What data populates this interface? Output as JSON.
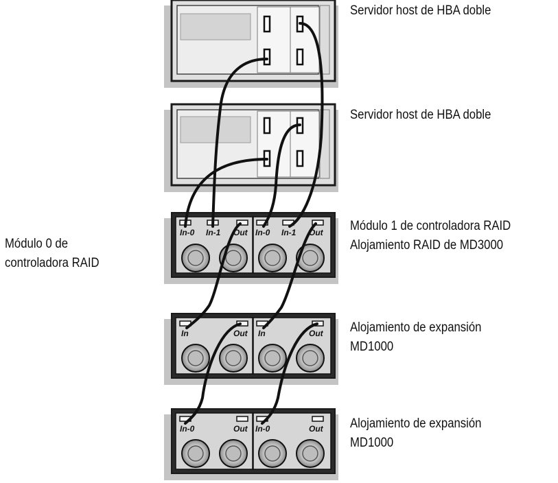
{
  "labels": {
    "server_top": "Servidor host de HBA doble",
    "server_bottom": "Servidor host de HBA doble",
    "raid_module0_line1": "Módulo 0 de",
    "raid_module0_line2": "controladora RAID",
    "raid_module1": "Módulo 1 de controladora RAID",
    "raid_enclosure": "Alojamiento RAID de MD3000",
    "expansion1_line1": "Alojamiento de expansión",
    "expansion1_line2": "MD1000",
    "expansion2_line1": "Alojamiento de expansión",
    "expansion2_line2": "MD1000"
  },
  "ports": {
    "raid": [
      "In-0",
      "In-1",
      "Out",
      "In-0",
      "In-1",
      "Out"
    ],
    "expansion1": [
      "In",
      "Out",
      "In",
      "Out"
    ],
    "expansion2": [
      "In-0",
      "Out",
      "In-0",
      "Out"
    ]
  },
  "colors": {
    "chassis_border": "#1a1a1a",
    "chassis_shadow": "#bdbdbd",
    "panel_fill": "#d6d6d6",
    "cable": "#111111"
  }
}
